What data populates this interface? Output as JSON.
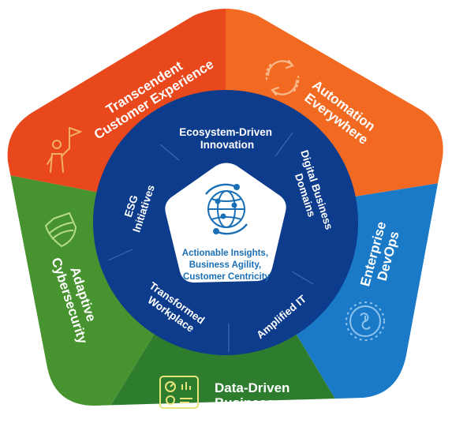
{
  "outer_segments": [
    {
      "id": "transcendent",
      "lines": [
        "Transcendent",
        "Customer Experience"
      ],
      "color": "#e8481c",
      "icon": "person-flag-icon"
    },
    {
      "id": "automation",
      "lines": [
        "Automation",
        "Everywhere"
      ],
      "color": "#f26a21",
      "icon": "cycle-arrows-icon"
    },
    {
      "id": "devops",
      "lines": [
        "Enterprise",
        "DevOps"
      ],
      "color": "#1a7ac8",
      "icon": "infinity-loop-icon"
    },
    {
      "id": "data",
      "lines": [
        "Data-Driven",
        "Business"
      ],
      "color": "#2e7d2f",
      "icon": "dashboard-icon"
    },
    {
      "id": "cyber",
      "lines": [
        "Adaptive",
        "Cybersecurity"
      ],
      "color": "#47932f",
      "icon": "shield-icon"
    }
  ],
  "ring_segments": [
    {
      "id": "ecosystem",
      "lines": [
        "Ecosystem-Driven",
        "Innovation"
      ]
    },
    {
      "id": "digital",
      "lines": [
        "Digital Business",
        "Domains"
      ]
    },
    {
      "id": "amplified",
      "lines": [
        "Amplified IT"
      ]
    },
    {
      "id": "workplace",
      "lines": [
        "Transformed",
        "Workplace"
      ]
    },
    {
      "id": "esg",
      "lines": [
        "ESG",
        "Initiatives"
      ]
    }
  ],
  "center": {
    "lines": [
      "Actionable Insights,",
      "Business Agility,",
      "Customer Centricity"
    ],
    "icon": "globe-network-icon"
  },
  "colors": {
    "ring": "#0d3c8c",
    "ring_divider": "#3d67b3",
    "center_bg": "#ffffff",
    "center_text": "#1b6fb5"
  }
}
